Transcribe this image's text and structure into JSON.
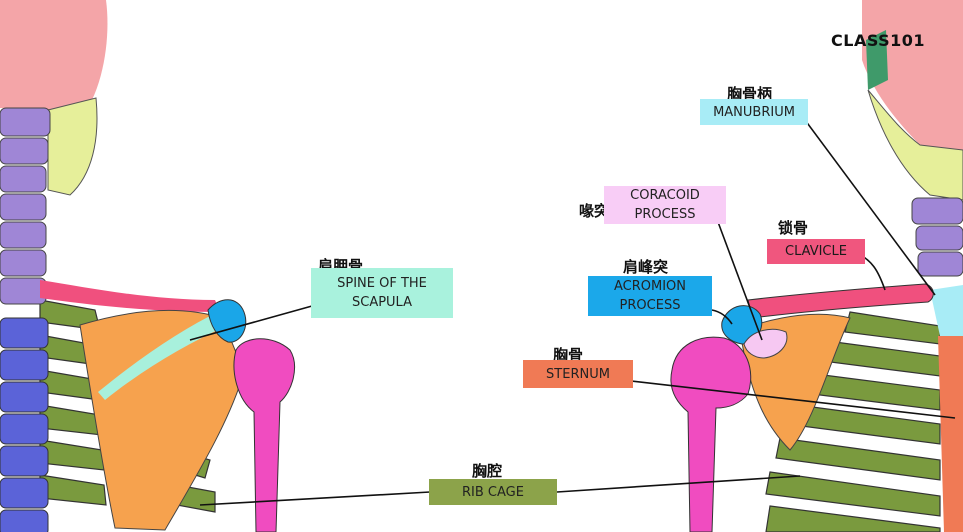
{
  "brand": {
    "logo_text": "CLASS101"
  },
  "labels": {
    "manubrium": {
      "zh": "胸骨柄",
      "en": "MANUBRIUM"
    },
    "coracoid": {
      "zh": "喙突",
      "en": "CORACOID PROCESS"
    },
    "clavicle": {
      "zh": "锁骨",
      "en": "CLAVICLE"
    },
    "acromion": {
      "zh": "肩峰突",
      "en": "ACROMION PROCESS"
    },
    "scapula": {
      "zh": "肩胛骨",
      "en": "SPINE OF THE SCAPULA"
    },
    "sternum": {
      "zh": "胸骨",
      "en": "STERNUM"
    },
    "ribcage": {
      "zh": "胸腔",
      "en": "RIB CAGE"
    }
  },
  "colors": {
    "skull": "#f4a5a8",
    "jaw": "#e6ef9a",
    "cervical_spine": "#9f86d6",
    "thoracic_spine": "#5b63d8",
    "ribs": "#7a9a3e",
    "scapula": "#f6a24e",
    "scapula_spine": "#a8f0dc",
    "acromion": "#1aa6e8",
    "humerus": "#f04cc0",
    "clavicle": "#f0507e",
    "coracoid": "#f6c8f2",
    "manubrium": "#a8ecf6",
    "sternum": "#f07a55",
    "manubrium_label_bg": "#a8ecf6",
    "coracoid_label_bg": "#f8cdf6",
    "clavicle_label_bg": "#f0567e",
    "acromion_label_bg": "#1ba8ea",
    "scapula_label_bg": "#a9f2dd",
    "sternum_label_bg": "#f07a55",
    "ribcage_label_bg": "#8ca34a"
  }
}
